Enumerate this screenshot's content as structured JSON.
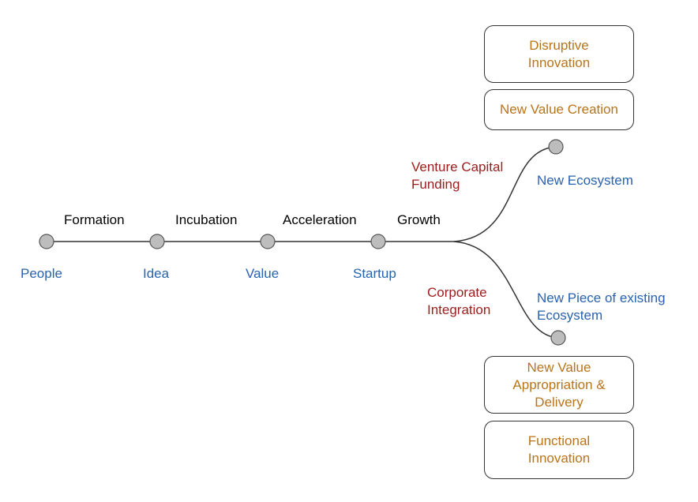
{
  "colors": {
    "node_fill": "#bdbdbd",
    "node_stroke": "#555555",
    "line": "#333333",
    "node_label": "#2a62ad",
    "funding_label": "#9c1c1c",
    "box_text": "#b8741a"
  },
  "stages": [
    "Formation",
    "Incubation",
    "Acceleration",
    "Growth"
  ],
  "nodes": [
    "People",
    "Idea",
    "Value",
    "Startup"
  ],
  "branch_upper": {
    "funding": [
      "Venture Capital",
      "Funding"
    ],
    "outcome": "New Ecosystem",
    "boxes": [
      {
        "lines": [
          "Disruptive",
          "Innovation"
        ]
      },
      {
        "lines": [
          "New Value Creation"
        ]
      }
    ]
  },
  "branch_lower": {
    "funding": [
      "Corporate",
      "Integration"
    ],
    "outcome": [
      "New Piece of existing",
      "Ecosystem"
    ],
    "boxes": [
      {
        "lines": [
          "New Value",
          "Appropriation &",
          "Delivery"
        ]
      },
      {
        "lines": [
          "Functional",
          "Innovation"
        ]
      }
    ]
  }
}
